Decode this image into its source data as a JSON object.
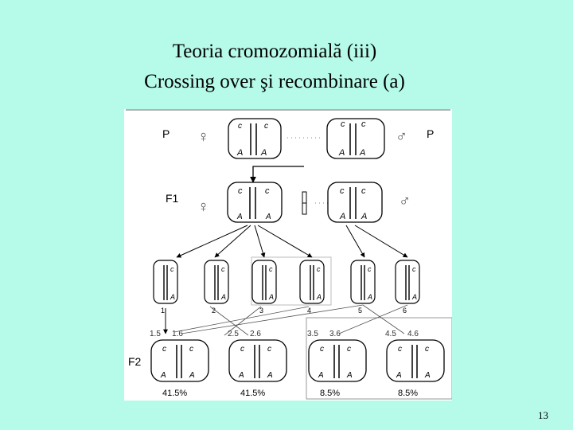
{
  "slide": {
    "title_line1": "Teoria cromozomială (iii)",
    "title_line2": "Crossing over şi recombinare (a)",
    "page_number": "13"
  },
  "figure": {
    "row_labels": {
      "p_left": "P",
      "p_right": "P",
      "f1": "F1",
      "f2": "F2"
    },
    "symbols": {
      "female": "♀",
      "male": "♂"
    },
    "alleles": {
      "recessive": "c",
      "dominant": "A"
    },
    "gamete_numbers": [
      "1",
      "2",
      "3",
      "4",
      "5",
      "6"
    ],
    "f2_origins": [
      [
        "1.5",
        "1.6"
      ],
      [
        "2.5",
        "2.6"
      ],
      [
        "3.5",
        "3.6"
      ],
      [
        "4.5",
        "4.6"
      ]
    ],
    "f2_percentages": [
      "41.5%",
      "41.5%",
      "8.5%",
      "8.5%"
    ]
  }
}
